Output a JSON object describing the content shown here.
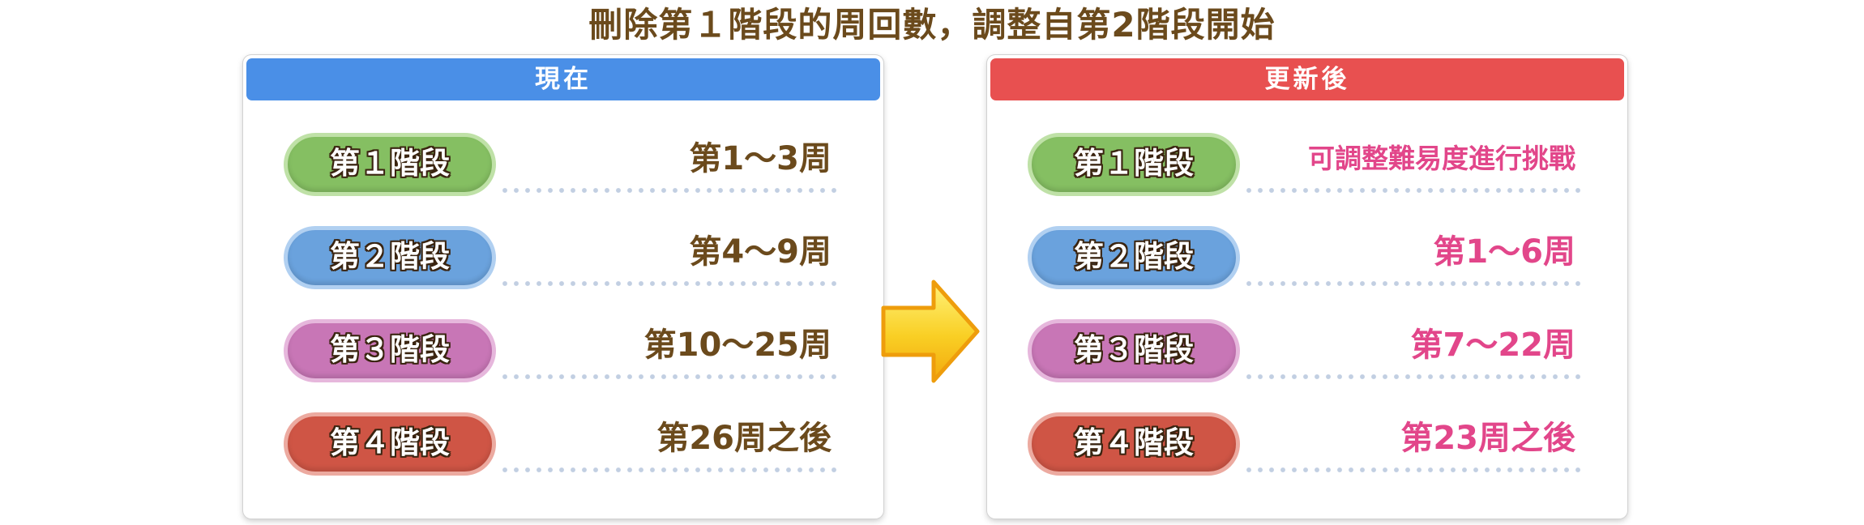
{
  "title": "刪除第１階段的周回數，調整自第2階段開始",
  "current": {
    "header": "現在",
    "header_color": "#4a8fe7",
    "rows": [
      {
        "stage": "第１階段",
        "value": "第1〜3周"
      },
      {
        "stage": "第２階段",
        "value": "第4〜9周"
      },
      {
        "stage": "第３階段",
        "value": "第10〜25周"
      },
      {
        "stage": "第４階段",
        "value": "第26周之後"
      }
    ]
  },
  "updated": {
    "header": "更新後",
    "header_color": "#e85050",
    "rows": [
      {
        "stage": "第１階段",
        "value": "可調整難易度進行挑戰"
      },
      {
        "stage": "第２階段",
        "value": "第1〜6周"
      },
      {
        "stage": "第３階段",
        "value": "第7〜22周"
      },
      {
        "stage": "第４階段",
        "value": "第23周之後"
      }
    ]
  },
  "colors": {
    "title_text": "#6b4a1c",
    "updated_text": "#e2468a",
    "arrow": "#f7c21c"
  },
  "icons": {
    "arrow": "right-arrow-icon"
  }
}
